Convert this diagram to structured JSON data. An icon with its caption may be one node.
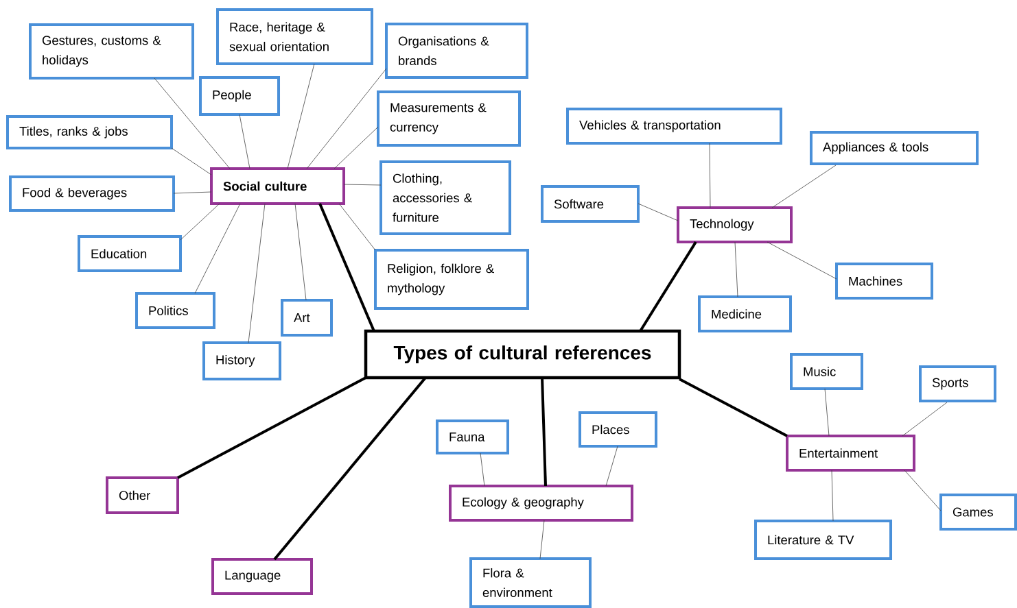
{
  "diagram": {
    "nodes": [
      {
        "text": [
          "Types of cultural references"
        ]
      },
      {
        "text": [
          "Social culture"
        ]
      },
      {
        "text": [
          "Gestures, customs & holidays"
        ]
      },
      {
        "text": [
          "Race, heritage & sexual orientation"
        ]
      },
      {
        "text": [
          "Organisations & brands"
        ]
      },
      {
        "text": [
          "People"
        ]
      },
      {
        "text": [
          "Measurements & currency"
        ]
      },
      {
        "text": [
          "Titles, ranks & jobs"
        ]
      },
      {
        "text": [
          "Food & beverages"
        ]
      },
      {
        "text": [
          "Clothing, accessories & furniture"
        ]
      },
      {
        "text": [
          "Education"
        ]
      },
      {
        "text": [
          "Religion, folklore & mythology"
        ]
      },
      {
        "text": [
          "Politics"
        ]
      },
      {
        "text": [
          "Art"
        ]
      },
      {
        "text": [
          "History"
        ]
      },
      {
        "text": [
          "Technology"
        ]
      },
      {
        "text": [
          "Vehicles & transportation"
        ]
      },
      {
        "text": [
          "Appliances & tools"
        ]
      },
      {
        "text": [
          "Software"
        ]
      },
      {
        "text": [
          "Machines"
        ]
      },
      {
        "text": [
          "Medicine"
        ]
      },
      {
        "text": [
          "Entertainment"
        ]
      },
      {
        "text": [
          "Music"
        ]
      },
      {
        "text": [
          "Sports"
        ]
      },
      {
        "text": [
          "Games"
        ]
      },
      {
        "text": [
          "Literature & TV"
        ]
      },
      {
        "text": [
          "Ecology & geography"
        ]
      },
      {
        "text": [
          "Fauna"
        ]
      },
      {
        "text": [
          "Places"
        ]
      },
      {
        "text": [
          "Flora & environment"
        ]
      },
      {
        "text": [
          "Other"
        ]
      },
      {
        "text": [
          "Language"
        ]
      }
    ],
    "edges": [
      {
        "from": 0,
        "to": 1,
        "arrow": "none",
        "style": "thick"
      },
      {
        "from": 0,
        "to": 15,
        "arrow": "none",
        "style": "thick"
      },
      {
        "from": 0,
        "to": 21,
        "arrow": "none",
        "style": "thick"
      },
      {
        "from": 0,
        "to": 26,
        "arrow": "none",
        "style": "thick"
      },
      {
        "from": 0,
        "to": 30,
        "arrow": "none",
        "style": "thick"
      },
      {
        "from": 0,
        "to": 31,
        "arrow": "none",
        "style": "thick"
      },
      {
        "from": 1,
        "to": 2,
        "arrow": "none"
      },
      {
        "from": 1,
        "to": 3,
        "arrow": "none"
      },
      {
        "from": 1,
        "to": 4,
        "arrow": "none"
      },
      {
        "from": 1,
        "to": 5,
        "arrow": "none"
      },
      {
        "from": 1,
        "to": 6,
        "arrow": "none"
      },
      {
        "from": 1,
        "to": 7,
        "arrow": "none"
      },
      {
        "from": 1,
        "to": 8,
        "arrow": "none"
      },
      {
        "from": 1,
        "to": 9,
        "arrow": "none"
      },
      {
        "from": 1,
        "to": 10,
        "arrow": "none"
      },
      {
        "from": 1,
        "to": 11,
        "arrow": "none"
      },
      {
        "from": 1,
        "to": 12,
        "arrow": "none"
      },
      {
        "from": 1,
        "to": 13,
        "arrow": "none"
      },
      {
        "from": 1,
        "to": 14,
        "arrow": "none"
      },
      {
        "from": 15,
        "to": 16,
        "arrow": "none"
      },
      {
        "from": 15,
        "to": 17,
        "arrow": "none"
      },
      {
        "from": 15,
        "to": 18,
        "arrow": "none"
      },
      {
        "from": 15,
        "to": 19,
        "arrow": "none"
      },
      {
        "from": 15,
        "to": 20,
        "arrow": "none"
      },
      {
        "from": 21,
        "to": 22,
        "arrow": "none"
      },
      {
        "from": 21,
        "to": 23,
        "arrow": "none"
      },
      {
        "from": 21,
        "to": 24,
        "arrow": "none"
      },
      {
        "from": 21,
        "to": 25,
        "arrow": "none"
      },
      {
        "from": 26,
        "to": 27,
        "arrow": "none"
      },
      {
        "from": 26,
        "to": 28,
        "arrow": "none"
      },
      {
        "from": 26,
        "to": 29,
        "arrow": "none"
      }
    ]
  }
}
